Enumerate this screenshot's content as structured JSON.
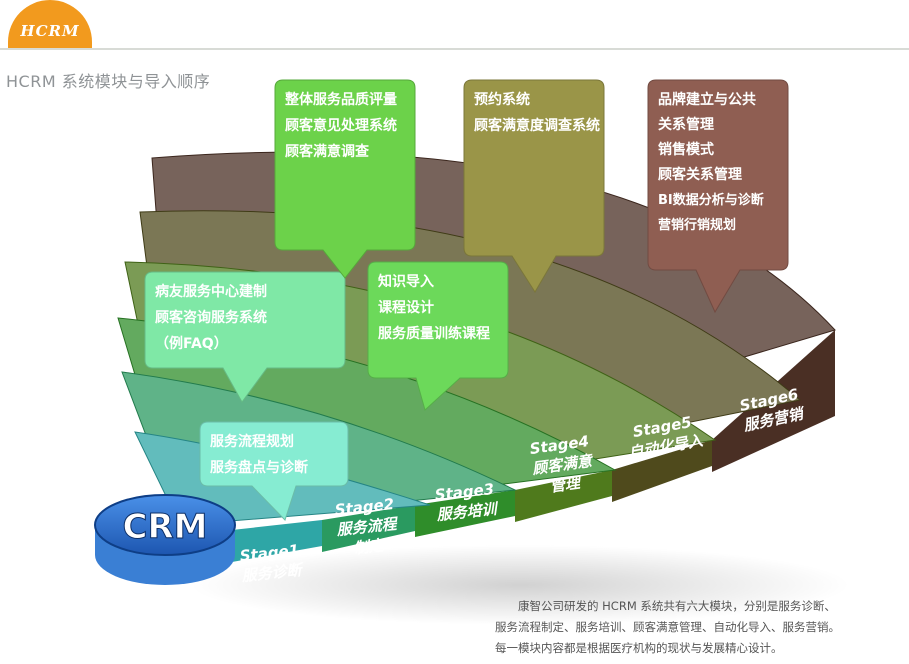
{
  "header": {
    "logo_text": "HCRM",
    "title": "HCRM 系统模块与导入顺序"
  },
  "hub": {
    "label": "CRM"
  },
  "stages": [
    {
      "id": "stage1",
      "name": "Stage1",
      "lines": [
        "服务诊断"
      ],
      "color": "#2ea6a6"
    },
    {
      "id": "stage2",
      "name": "Stage2",
      "lines": [
        "服务流程",
        "制定"
      ],
      "color": "#2a9a60"
    },
    {
      "id": "stage3",
      "name": "Stage3",
      "lines": [
        "服务培训"
      ],
      "color": "#2f8d2a"
    },
    {
      "id": "stage4",
      "name": "Stage4",
      "lines": [
        "顾客满意",
        "管理"
      ],
      "color": "#4f7a1c"
    },
    {
      "id": "stage5",
      "name": "Stage5",
      "lines": [
        "自动化导入"
      ],
      "color": "#4f4a1c"
    },
    {
      "id": "stage6",
      "name": "Stage6",
      "lines": [
        "服务营销"
      ],
      "color": "#4a2f24"
    }
  ],
  "boxes": [
    {
      "id": "box-stage1",
      "color": "#86ecd2",
      "lines": [
        "服务流程规划",
        "服务盘点与诊断"
      ]
    },
    {
      "id": "box-stage2",
      "color": "#7fe8a6",
      "lines": [
        "病友服务中心建制",
        "顾客咨询服务系统",
        "（例FAQ）"
      ]
    },
    {
      "id": "box-stage3",
      "color": "#6cd95a",
      "lines": [
        "知识导入",
        "课程设计",
        "服务质量训练课程"
      ]
    },
    {
      "id": "box-stage4",
      "color": "#6cd24a",
      "lines": [
        "整体服务品质评量",
        "顾客意见处理系统",
        "顾客满意调查"
      ]
    },
    {
      "id": "box-stage5",
      "color": "#9a9548",
      "lines": [
        "预约系统",
        "顾客满意度调查系统"
      ]
    },
    {
      "id": "box-stage6",
      "color": "#8f5e52",
      "lines": [
        "品牌建立与公共",
        "关系管理",
        "销售模式",
        "顾客关系管理",
        "BI数据分析与诊断",
        "营销行销规划"
      ]
    }
  ],
  "description": {
    "lines": [
      "康智公司研发的 HCRM 系统共有六大模块，分别是服务诊断、",
      "服务流程制定、服务培训、顾客满意管理、自动化导入、服务营销。",
      "每一模块内容都是根据医疗机构的现状与发展精心设计。"
    ]
  }
}
